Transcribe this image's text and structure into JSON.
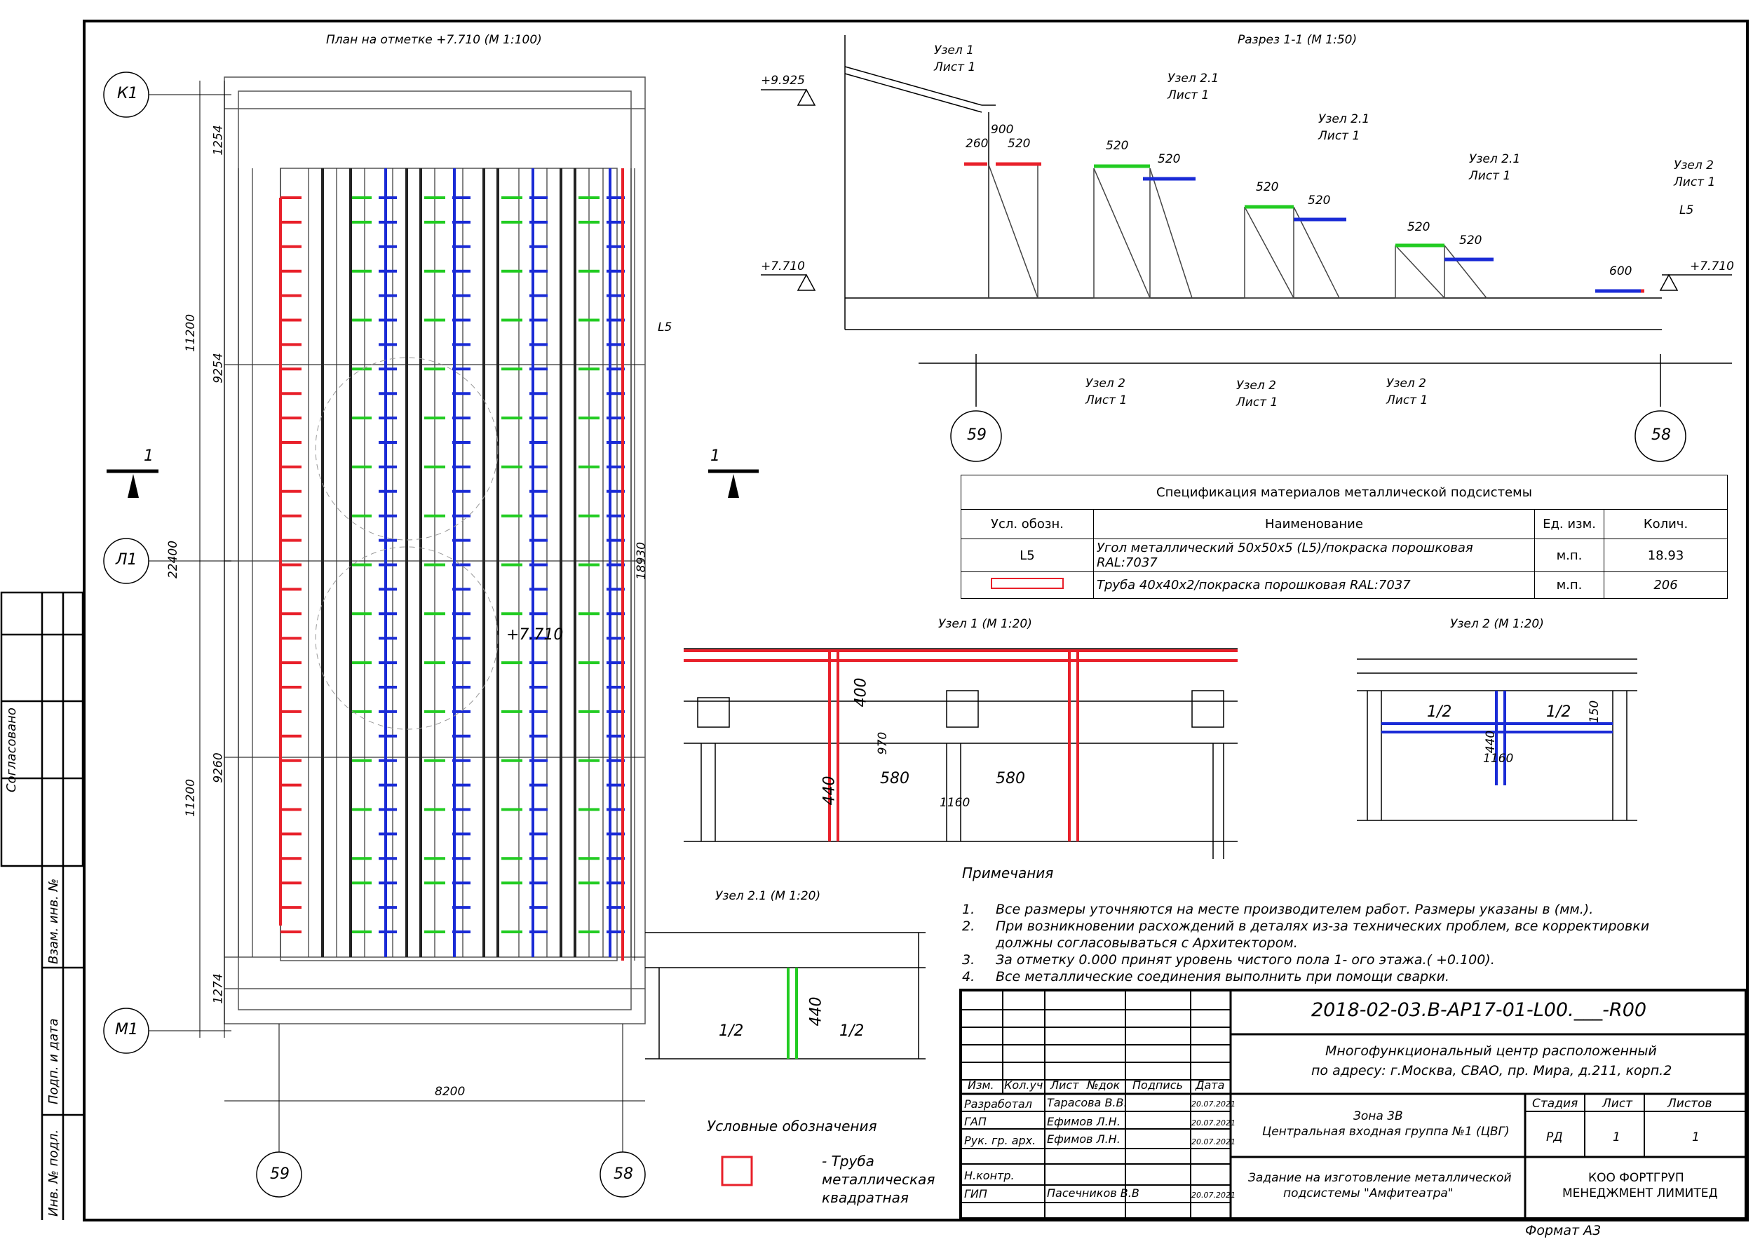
{
  "plan": {
    "title": "План на отметке +7.710  (М 1:100)",
    "axes": {
      "k1": "К1",
      "l1": "Л1",
      "m1": "М1",
      "a59": "59",
      "a58": "58"
    },
    "dims_vertical_outer": [
      "11200",
      "22400",
      "11200"
    ],
    "dims_vertical_inner": [
      "1254",
      "9254",
      "9260",
      "1274"
    ],
    "dim_bottom": "8200",
    "dim_right": "18930",
    "elevation": "+7.710",
    "l5_label": "L5",
    "section_mark": "1"
  },
  "section": {
    "title": "Разрез 1-1 (М 1:50)",
    "elev_top": "+9.925",
    "elev_left": "+7.710",
    "elev_right": "+7.710",
    "nodes_top": [
      {
        "name": "Узел 1",
        "sheet": "Лист 1"
      },
      {
        "name": "Узел 2.1",
        "sheet": "Лист 1"
      },
      {
        "name": "Узел 2.1",
        "sheet": "Лист 1"
      },
      {
        "name": "Узел 2.1",
        "sheet": "Лист 1"
      },
      {
        "name": "Узел 2",
        "sheet": "Лист 1"
      }
    ],
    "nodes_bottom": [
      {
        "name": "Узел 2",
        "sheet": "Лист 1"
      },
      {
        "name": "Узел 2",
        "sheet": "Лист 1"
      },
      {
        "name": "Узел 2",
        "sheet": "Лист 1"
      }
    ],
    "dims": [
      "900",
      "260",
      "520",
      "520",
      "520",
      "520",
      "520",
      "520",
      "520",
      "600"
    ],
    "l5": "L5",
    "axis_left": "59",
    "axis_right": "58"
  },
  "spec": {
    "title": "Спецификация материалов металлической подсистемы",
    "headers": [
      "Усл. обозн.",
      "Наименование",
      "Ед. изм.",
      "Колич."
    ],
    "rows": [
      {
        "mark": "L5",
        "name": "Угол металлический 50х50х5 (L5)/покраска порошковая RAL:7037",
        "unit": "м.п.",
        "qty": "18.93"
      },
      {
        "mark": "",
        "name": "Труба 40х40х2/покраска порошковая RAL:7037",
        "unit": "м.п.",
        "qty": "206"
      }
    ]
  },
  "node1": {
    "title": "Узел 1 (М 1:20)",
    "dims": [
      "400",
      "970",
      "440",
      "580",
      "580",
      "1160"
    ]
  },
  "node2": {
    "title": "Узел 2 (М 1:20)",
    "dims": [
      "1/2",
      "1/2",
      "150",
      "440",
      "1160"
    ]
  },
  "node21": {
    "title": "Узел 2.1 (М 1:20)",
    "dims": [
      "1/2",
      "440",
      "1/2"
    ]
  },
  "notes": {
    "heading": "Примечания",
    "items": [
      {
        "n": "1.",
        "text": "Все размеры уточняются на месте производителем работ. Размеры указаны в (мм.)."
      },
      {
        "n": "2.",
        "text": "При возникновении расхождений в деталях из-за технических проблем, все корректировки должны согласовываться с Архитектором."
      },
      {
        "n": "3.",
        "text": "За отметку  0.000 принят уровень чистого пола 1- ого этажа.( +0.100)."
      },
      {
        "n": "4.",
        "text": "Все металлические соединения выполнить при помощи сварки."
      }
    ]
  },
  "legend": {
    "heading": "Условные обозначения",
    "text": "- Труба металлическая квадратная"
  },
  "stamp": {
    "code": "2018-02-03.В-АР17-01-L00.___-R00",
    "object1": "Многофункциональный центр  расположенный",
    "object2": "по адресу: г.Москва, СВАО, пр. Мира, д.211, корп.2",
    "headers": [
      "Изм.",
      "Кол.уч",
      "Лист",
      "№док",
      "Подпись",
      "Дата"
    ],
    "people": [
      {
        "role": "Разработал",
        "name": "Тарасова В.В.",
        "date": "20.07.2021"
      },
      {
        "role": "ГАП",
        "name": "Ефимов Л.Н.",
        "date": "20.07.2021"
      },
      {
        "role": "Рук. гр. арх.",
        "name": "Ефимов Л.Н.",
        "date": "20.07.2021"
      },
      {
        "role": "Н.контр.",
        "name": "",
        "date": ""
      },
      {
        "role": "ГИП",
        "name": "Пасечников В.В",
        "date": "20.07.2021"
      }
    ],
    "zone1": "Зона 3В",
    "zone2": "Центральная входная группа №1 (ЦВГ)",
    "stage_h": "Стадия",
    "sheet_h": "Лист",
    "sheets_h": "Листов",
    "stage": "РД",
    "sheet": "1",
    "sheets": "1",
    "task1": "Задание на изготовление металлической",
    "task2": "подсистемы \"Амфитеатра\"",
    "company1": "КОО ФОРТГРУП",
    "company2": "МЕНЕДЖМЕНТ ЛИМИТЕД",
    "format": "Формат А3"
  },
  "sidebar": {
    "agreed": "Согласовано",
    "inv_sub": "Взам. инв. №",
    "sign_date": "Подп. и дата",
    "inv_orig": "Инв. № подл."
  },
  "colors": {
    "red": "#e8202a",
    "green": "#22cc22",
    "blue": "#1a2bd6"
  }
}
